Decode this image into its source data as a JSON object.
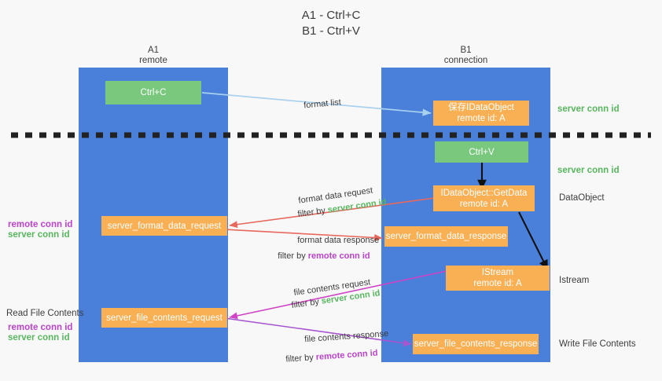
{
  "title": "A1 - Ctrl+C\nB1 - Ctrl+V",
  "lanes": [
    {
      "name": "A1",
      "sub": "remote"
    },
    {
      "name": "B1",
      "sub": "connection"
    }
  ],
  "boxes": {
    "ctrl_c": {
      "label": "Ctrl+C"
    },
    "save_idataobject": {
      "line1": "保存IDataObject",
      "line2": "remote id: A"
    },
    "ctrl_v": {
      "label": "Ctrl+V"
    },
    "getdata": {
      "line1": "IDataObject::GetData",
      "line2": "remote id: A"
    },
    "server_format_data_request": {
      "label": "server_format_data_request"
    },
    "server_format_data_response": {
      "label": "server_format_data_response"
    },
    "istream": {
      "line1": "IStream",
      "line2": "remote id: A"
    },
    "server_file_contents_request": {
      "label": "server_file_contents_request"
    },
    "server_file_contents_response": {
      "label": "server_file_contents_response"
    }
  },
  "edge_labels": {
    "format_list": "format list",
    "format_data_request": "format data request",
    "format_data_request_filter_prefix": "filter by ",
    "format_data_request_filter_key": "server conn id",
    "format_data_response": "format data response",
    "format_data_response_filter_prefix": "filter by ",
    "format_data_response_filter_key": "remote conn id",
    "file_contents_request": "file contents request",
    "file_contents_request_filter_prefix": "filter by ",
    "file_contents_request_filter_key": "server conn id",
    "file_contents_response": "file contents response",
    "file_contents_response_filter_prefix": "filter by ",
    "file_contents_response_filter_key": "remote conn id"
  },
  "right_labels": {
    "server_conn_id_top": "server conn id",
    "server_conn_id_mid": "server conn id",
    "dataobject": "DataObject",
    "istream": "Istream",
    "write_file_contents": "Write File Contents"
  },
  "left_labels": {
    "remote_conn_id_mid": "remote conn id",
    "server_conn_id_mid": "server conn id",
    "read_file_contents": "Read File Contents",
    "remote_conn_id_bottom": "remote conn id",
    "server_conn_id_bottom": "server conn id"
  },
  "colors": {
    "lane": "#4a80da",
    "box_orange": "#f9b055",
    "box_green": "#79c87e",
    "accent_green_text": "#58b65f",
    "accent_purple_text": "#b943c9",
    "arrow_blue": "#a8d0ef",
    "arrow_red": "#e8685d",
    "arrow_magenta": "#cf44c6",
    "arrow_purple": "#a855d0",
    "arrow_black": "#111111",
    "background": "#f8f8f8"
  }
}
